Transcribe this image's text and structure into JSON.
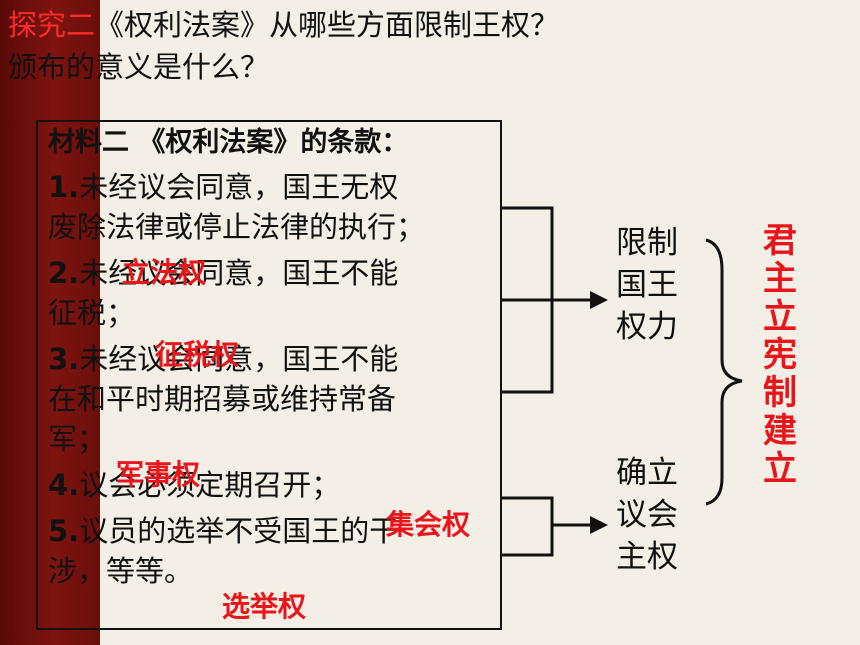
{
  "header": {
    "title_highlight": "探究二",
    "title_rest": "《权利法案》从哪些方面限制王权？",
    "subtitle": "颁布的意义是什么？"
  },
  "material": {
    "heading": "材料二 《权利法案》的条款：",
    "lines": [
      {
        "num": "1.",
        "text": "未经议会同意，国王无权"
      },
      {
        "num": "",
        "text": "废除法律或停止法律的执行；"
      },
      {
        "num": "2.",
        "text": "未经议会同意，国王不能"
      },
      {
        "num": "",
        "text": "征税；"
      },
      {
        "num": "3.",
        "text": "未经议会同意，国王不能"
      },
      {
        "num": "",
        "text": "在和平时期招募或维持常备"
      },
      {
        "num": "",
        "text": "军；"
      },
      {
        "num": "4.",
        "text": "议会必须定期召开；"
      },
      {
        "num": "5.",
        "text": "议员的选举不受国王的干"
      },
      {
        "num": "",
        "text": "涉，等等。"
      }
    ]
  },
  "red_labels": {
    "legislative": "立法权",
    "taxation": "征税权",
    "military": "军事权",
    "assembly": "集会权",
    "election": "选举权"
  },
  "groups": {
    "limit": [
      "限制",
      "国王",
      "权力"
    ],
    "establish": [
      "确立",
      "议会",
      "主权"
    ]
  },
  "conclusion": [
    "君",
    "主",
    "立",
    "宪",
    "制",
    "建",
    "立"
  ],
  "colors": {
    "accent_red": "#e8161a",
    "side_band": "#7e1410",
    "background": "#f3efe7"
  }
}
